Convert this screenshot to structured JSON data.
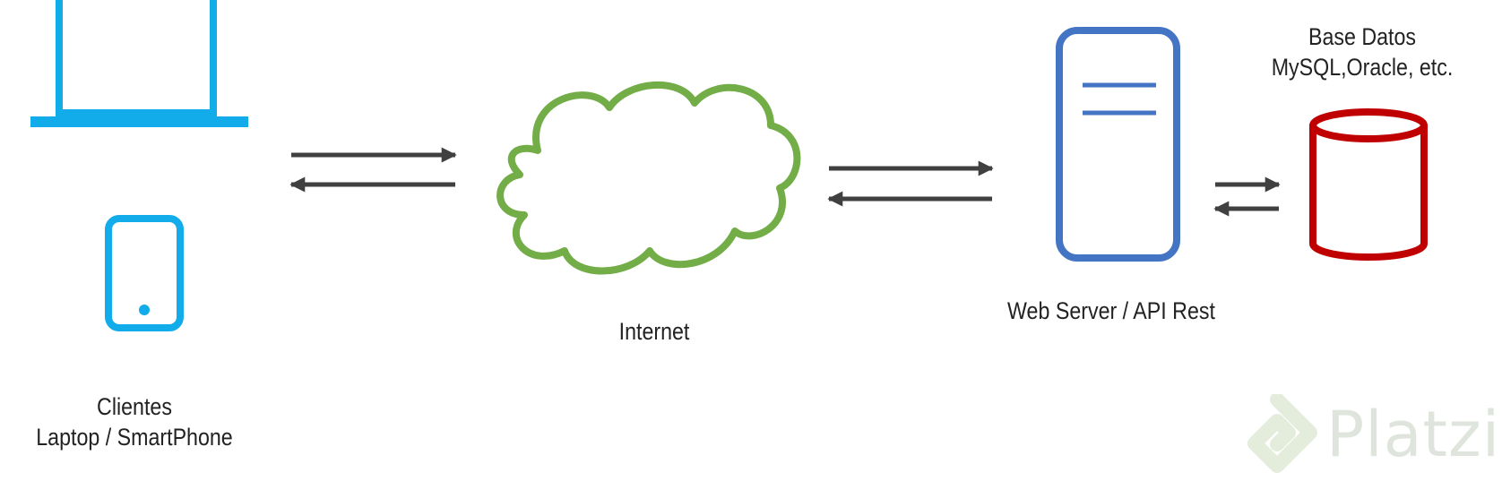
{
  "clients": {
    "line1": "Clientes",
    "line2": "Laptop / SmartPhone",
    "laptop_icon": "laptop-icon",
    "phone_icon": "smartphone-icon",
    "color": "#12ACEA"
  },
  "internet": {
    "label": "Internet",
    "icon": "cloud-icon",
    "color": "#72AD48"
  },
  "server": {
    "label": "Web Server / API Rest",
    "icon": "server-icon",
    "color": "#4474C4"
  },
  "database": {
    "line1": "Base Datos",
    "line2": "MySQL,Oracle, etc.",
    "icon": "database-icon",
    "color": "#C00000"
  },
  "arrows": {
    "color": "#404040",
    "icon": "bidirectional-arrow-icon"
  },
  "watermark": {
    "text": "Platzi",
    "icon": "platzi-logo-icon",
    "color": "#E6EAE3"
  }
}
